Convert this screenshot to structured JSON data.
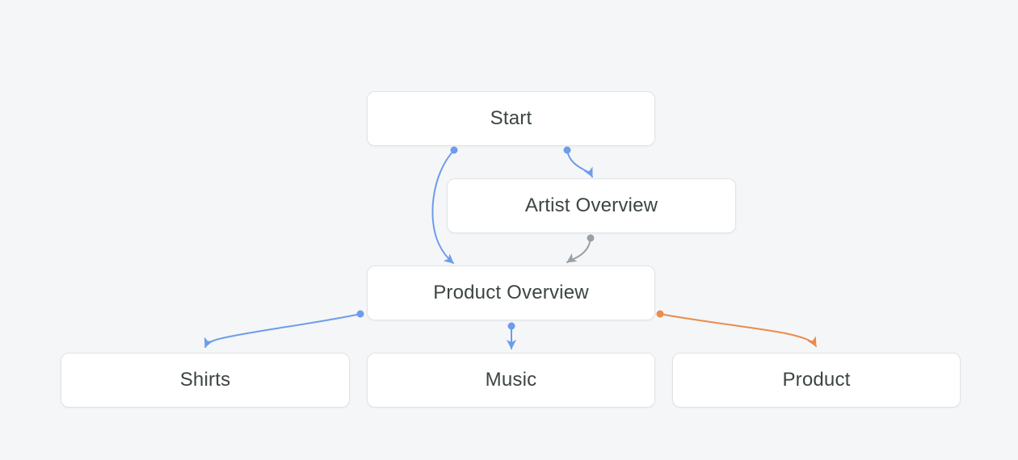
{
  "diagram": {
    "type": "flow-graph",
    "colors": {
      "background": "#F5F6F8",
      "node_fill": "#FFFFFF",
      "node_border": "#E0E3E7",
      "label_text": "#3C4540",
      "blue": "#6D9CEC",
      "gray": "#9AA0A6",
      "orange": "#E98C4C"
    },
    "nodes": [
      {
        "id": "start",
        "label": "Start"
      },
      {
        "id": "artist-overview",
        "label": "Artist Overview"
      },
      {
        "id": "product-overview",
        "label": "Product Overview"
      },
      {
        "id": "shirts",
        "label": "Shirts"
      },
      {
        "id": "music",
        "label": "Music"
      },
      {
        "id": "product",
        "label": "Product"
      }
    ],
    "edges": [
      {
        "from": "Start",
        "to": "Product Overview",
        "color": "blue"
      },
      {
        "from": "Start",
        "to": "Artist Overview",
        "color": "blue"
      },
      {
        "from": "Artist Overview",
        "to": "Product Overview",
        "color": "gray"
      },
      {
        "from": "Product Overview",
        "to": "Shirts",
        "color": "blue"
      },
      {
        "from": "Product Overview",
        "to": "Music",
        "color": "blue"
      },
      {
        "from": "Product Overview",
        "to": "Product",
        "color": "orange"
      }
    ]
  }
}
